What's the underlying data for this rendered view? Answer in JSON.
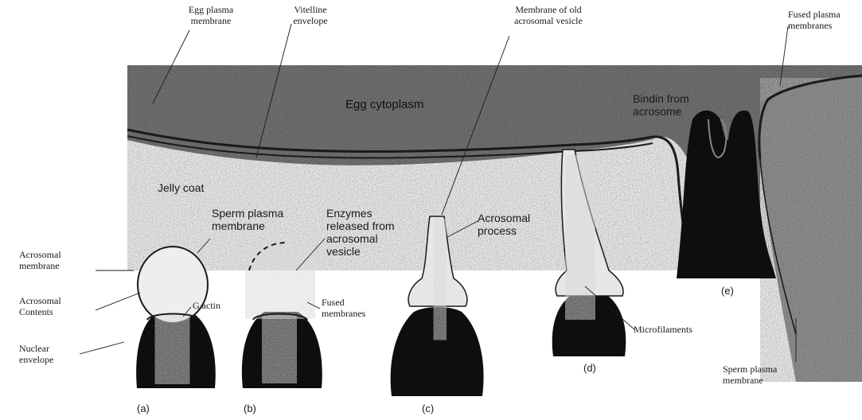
{
  "labels": {
    "egg_plasma_membrane": "Egg plasma\nmembrane",
    "vitelline_envelope": "Vitelline\nenvelope",
    "membrane_old_vesicle": "Membrane of old\nacrosomal vesicle",
    "fused_plasma_membranes": "Fused plasma\nmembranes",
    "egg_cytoplasm": "Egg cytoplasm",
    "bindin": "Bindin from\nacrosome",
    "jelly_coat": "Jelly coat",
    "sperm_plasma_membrane": "Sperm plasma\nmembrane",
    "enzymes_released": "Enzymes\nreleased from\nacrosomal\nvesicle",
    "acrosomal_process": "Acrosomal\nprocess",
    "acrosomal_membrane": "Acrosomal\nmembrane",
    "acrosomal_contents": "Acrosomal\nContents",
    "g_actin": "G actin",
    "fused_membranes": "Fused\nmembranes",
    "nuclear_envelope": "Nuclear\nenvelope",
    "microfilaments": "Microfilaments",
    "sperm_plasma_membrane_e": "Sperm plasma\nmembrane"
  },
  "captions": {
    "a": "(a)",
    "b": "(b)",
    "c": "(c)",
    "d": "(d)",
    "e": "(e)"
  },
  "colors": {
    "cytoplasm": "#7a7a7a",
    "nucleus": "#0e0e0e",
    "membrane": "#1a1a1a",
    "acrosome_fill": "#eeeeee"
  }
}
